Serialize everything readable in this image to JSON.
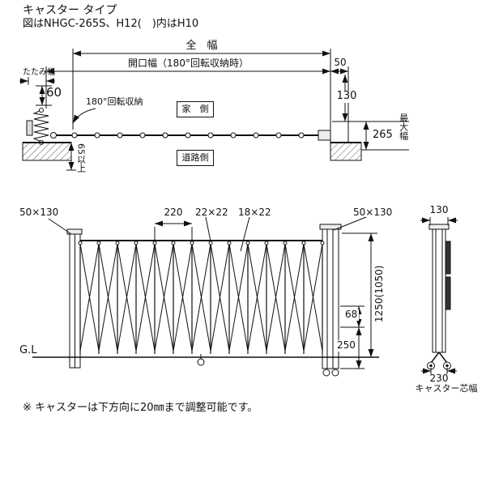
{
  "meta": {
    "title": "キャスター タイプ",
    "subtitle": "図はNHGC-265S、H12(　)内はH10",
    "note": "※ キャスターは下方向に20㎜まで調整可能です。"
  },
  "plan": {
    "total_width_label": "全　幅",
    "opening_width_label": "開口幅（180°回転収納時）",
    "dim_50": "50",
    "folded_width_label": "たたみ幅",
    "dim_60": "60",
    "rotation_label": "180°回転収納",
    "house_side_label": "家　側",
    "road_side_label": "道路側",
    "dim_130": "130",
    "dim_265": "265",
    "max_width_label": "最大幅",
    "dim_65_min": "65以上"
  },
  "elevation": {
    "post_left_dim": "50×130",
    "pitch_dim": "220",
    "upright_dim": "22×22",
    "lattice_dim": "18×22",
    "post_right_dim": "50×130",
    "height_dim": "1250(1050)",
    "dim_68": "68",
    "dim_250": "250",
    "ground_label": "G.L"
  },
  "side": {
    "dim_130": "130",
    "dim_230": "230",
    "caster_width_label": "キャスター芯幅"
  }
}
